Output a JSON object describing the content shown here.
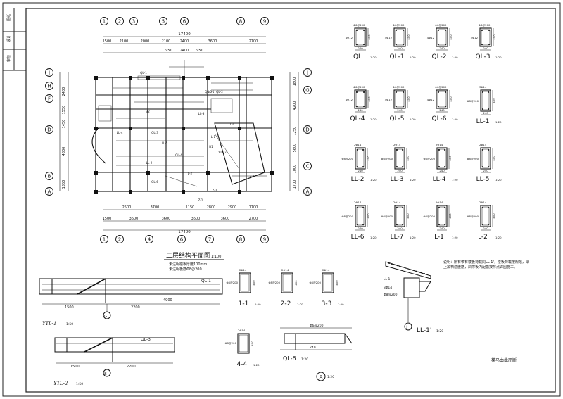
{
  "title_block": {
    "cells": [
      "图纸",
      "设计",
      "审核"
    ]
  },
  "plan": {
    "title": "二层结构平面图",
    "scale": "1:100",
    "notes": [
      "未注明楼板厚度100mm",
      "未注明板筋Φ8@200"
    ],
    "grid_top": [
      "1",
      "2",
      "3",
      "5",
      "6",
      "8",
      "9"
    ],
    "grid_bottom": [
      "1",
      "2",
      "4",
      "6",
      "7",
      "8",
      "9"
    ],
    "grid_left": [
      "J",
      "H",
      "F",
      "D",
      "B",
      "A"
    ],
    "grid_right": [
      "J",
      "G",
      "D",
      "C",
      "A"
    ],
    "dim_top_total": "17400",
    "dim_top": [
      "1500",
      "2100",
      "2000",
      "2100",
      "2400",
      "3600",
      "2700"
    ],
    "dim_top_inner": [
      "950",
      "2400",
      "950"
    ],
    "dim_bottom": [
      "1500",
      "3600",
      "3600",
      "3600",
      "3600",
      "2700"
    ],
    "dim_bottom_inner": [
      "2500",
      "3700",
      "1150",
      "2800",
      "2900",
      "1700"
    ],
    "dim_bottom_total": "17400",
    "dim_left": [
      "2400",
      "1550",
      "1450",
      "4800",
      "1350"
    ],
    "dim_right": [
      "1800",
      "4200",
      "1250",
      "5600",
      "1000",
      "1700"
    ],
    "labels": [
      "QL-1",
      "QL-2",
      "QL-3",
      "QL-4",
      "QL-5",
      "QL-6",
      "LL-1",
      "LL-2",
      "LL-3",
      "LL-4",
      "LL-5",
      "L-1",
      "L-2",
      "GL",
      "B1",
      "B2",
      "YTL-2",
      "Z-3",
      "Z-2",
      "Z-1"
    ]
  },
  "sections": [
    {
      "name": "QL",
      "scale": "1:20",
      "top": "Φ6@200",
      "side": "4Φ12",
      "w": "240",
      "h": "400"
    },
    {
      "name": "QL-1",
      "scale": "1:20",
      "top": "Φ6@200",
      "side": "4Φ12",
      "w": "240",
      "h": "400"
    },
    {
      "name": "QL-2",
      "scale": "1:20",
      "top": "Φ6@200",
      "side": "4Φ12",
      "w": "240",
      "h": "400"
    },
    {
      "name": "QL-3",
      "scale": "1:20",
      "top": "Φ6@200",
      "side": "4Φ12",
      "w": "240",
      "h": "400"
    },
    {
      "name": "QL-4",
      "scale": "1:20",
      "top": "Φ6@200",
      "side": "4Φ12",
      "w": "240",
      "h": "400"
    },
    {
      "name": "QL-5",
      "scale": "1:20",
      "top": "Φ6@200",
      "side": "4Φ12",
      "w": "240",
      "h": "400"
    },
    {
      "name": "QL-6",
      "scale": "1:20",
      "top": "Φ6@200",
      "side": "4Φ12",
      "w": "240",
      "h": "400"
    },
    {
      "name": "LL-1",
      "scale": "1:20",
      "top": "3Φ14",
      "side": "Φ8@200",
      "w": "240",
      "h": "400"
    },
    {
      "name": "LL-2",
      "scale": "1:20",
      "top": "2Φ14",
      "side": "Φ8@200",
      "w": "240",
      "h": "400"
    },
    {
      "name": "LL-3",
      "scale": "1:20",
      "top": "2Φ14",
      "side": "Φ8@200",
      "w": "240",
      "h": "400"
    },
    {
      "name": "LL-4",
      "scale": "1:20",
      "top": "2Φ14",
      "side": "Φ8@200",
      "w": "240",
      "h": "400"
    },
    {
      "name": "LL-5",
      "scale": "1:20",
      "top": "2Φ14",
      "side": "Φ8@200",
      "w": "240",
      "h": "400"
    },
    {
      "name": "LL-6",
      "scale": "1:20",
      "top": "2Φ14",
      "side": "Φ8@200",
      "w": "240",
      "h": "400"
    },
    {
      "name": "LL-7",
      "scale": "1:20",
      "top": "2Φ14",
      "side": "Φ8@200",
      "w": "240",
      "h": "400"
    },
    {
      "name": "L-1",
      "scale": "1:20",
      "top": "2Φ14",
      "side": "Φ8@200",
      "w": "240",
      "h": "400"
    },
    {
      "name": "L-2",
      "scale": "1:20",
      "top": "2Φ14",
      "side": "Φ8@200",
      "w": "240",
      "h": "400"
    }
  ],
  "small_sections": [
    {
      "name": "1-1",
      "scale": "1:20",
      "top": "2Φ14",
      "side": "Φ8@200",
      "h": "400"
    },
    {
      "name": "2-2",
      "scale": "1:20",
      "top": "2Φ14",
      "side": "Φ8@200",
      "h": "400"
    },
    {
      "name": "3-3",
      "scale": "1:20",
      "top": "2Φ14",
      "side": "Φ8@200",
      "h": "400"
    },
    {
      "name": "4-4",
      "scale": "1:20",
      "top": "2Φ14",
      "side": "Φ8@200",
      "h": "400"
    }
  ],
  "ytl1": {
    "name": "YTL-1",
    "scale": "1:50",
    "label": "QL-1",
    "grid": "G",
    "dims": [
      "1500",
      "2200",
      "4900"
    ]
  },
  "ytl2": {
    "name": "YTL-2",
    "scale": "1:50",
    "label": "QL-3",
    "grid": "B",
    "dims": [
      "1500",
      "2200"
    ]
  },
  "ql6": {
    "name": "QL-6",
    "scale": "1:20",
    "dims": [
      "240",
      "Φ6@200"
    ]
  },
  "detail_a": {
    "mark": "A",
    "scale": "1:20"
  },
  "ll1_detail": {
    "name": "LL-1'",
    "scale": "1:20",
    "grid": "J",
    "labels": [
      "LL-1",
      "3Φ14",
      "Φ8@200"
    ]
  },
  "note": "说明：所有带有楼板荷载同LL-1'，楼板荷载按规范，梁上加构造腰筋，斜撑板内配筋按节点详图施工。",
  "foot_note": "梯马由此而断"
}
